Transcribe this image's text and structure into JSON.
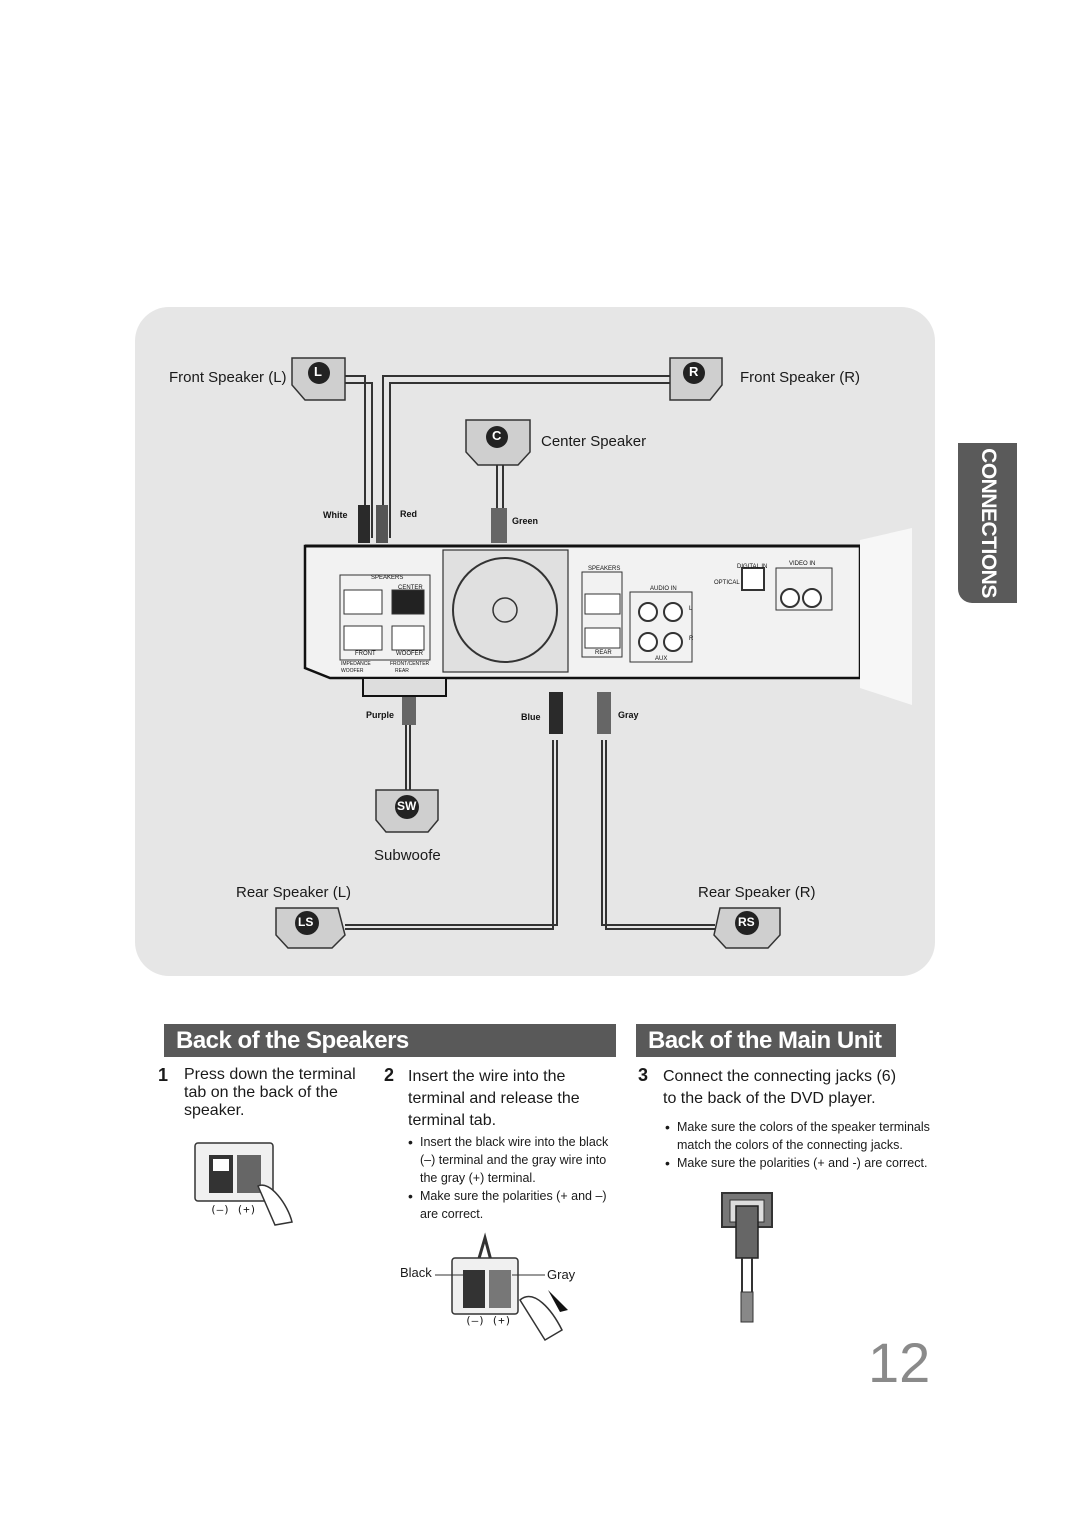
{
  "side_tab": "CONNECTIONS",
  "diagram": {
    "front_left_label": "Front Speaker (L)",
    "front_right_label": "Front Speaker (R)",
    "center_label": "Center Speaker",
    "subwoofer_label": "Subwoofe",
    "rear_left_label": "Rear Speaker (L)",
    "rear_right_label": "Rear Speaker (R)",
    "badges": {
      "fl": "L",
      "fr": "R",
      "c": "C",
      "sw": "SW",
      "ls": "LS",
      "rs": "RS"
    },
    "wire_colors": {
      "white": "White",
      "red": "Red",
      "green": "Green",
      "purple": "Purple",
      "blue": "Blue",
      "gray": "Gray"
    },
    "panel_labels": {
      "speakers": "SPEAKERS",
      "center": "CENTER",
      "front": "FRONT",
      "woofer": "WOOFER",
      "impedance": "IMPEDANCE",
      "woofer_ohm": "WOOFER",
      "front_center": "FRONT/CENTER",
      "rear_label": "REAR",
      "speakers2": "SPEAKERS",
      "audio_in": "AUDIO IN",
      "rear": "REAR",
      "digital_in": "DIGITAL IN",
      "optical": "OPTICAL",
      "video_in": "VIDEO IN",
      "aux": "AUX",
      "l": "L",
      "r": "R"
    }
  },
  "sections": {
    "speakers_title": "Back of the Speakers",
    "main_unit_title": "Back of the Main Unit"
  },
  "steps": [
    {
      "num": "1",
      "lines": [
        "Press down the terminal",
        "tab on the back of the",
        "speaker."
      ]
    },
    {
      "num": "2",
      "lines": [
        "Insert the wire into the",
        "terminal and release the",
        "terminal tab."
      ]
    },
    {
      "num": "3",
      "lines": [
        "Connect the connecting jacks (6)",
        "to the back of the DVD player."
      ]
    }
  ],
  "step2_bullets": [
    "Insert the black wire into the black (–) terminal and the gray wire into the gray (+) terminal.",
    "Make sure the polarities (+ and –) are correct."
  ],
  "step3_bullets": [
    "Make sure the colors of the speaker terminals match the colors of the connecting jacks.",
    "Make sure the polarities (+ and -) are correct."
  ],
  "terminal_labels": {
    "minus_plus": "(–) (+)",
    "black": "Black",
    "gray": "Gray"
  },
  "page_number": "12"
}
